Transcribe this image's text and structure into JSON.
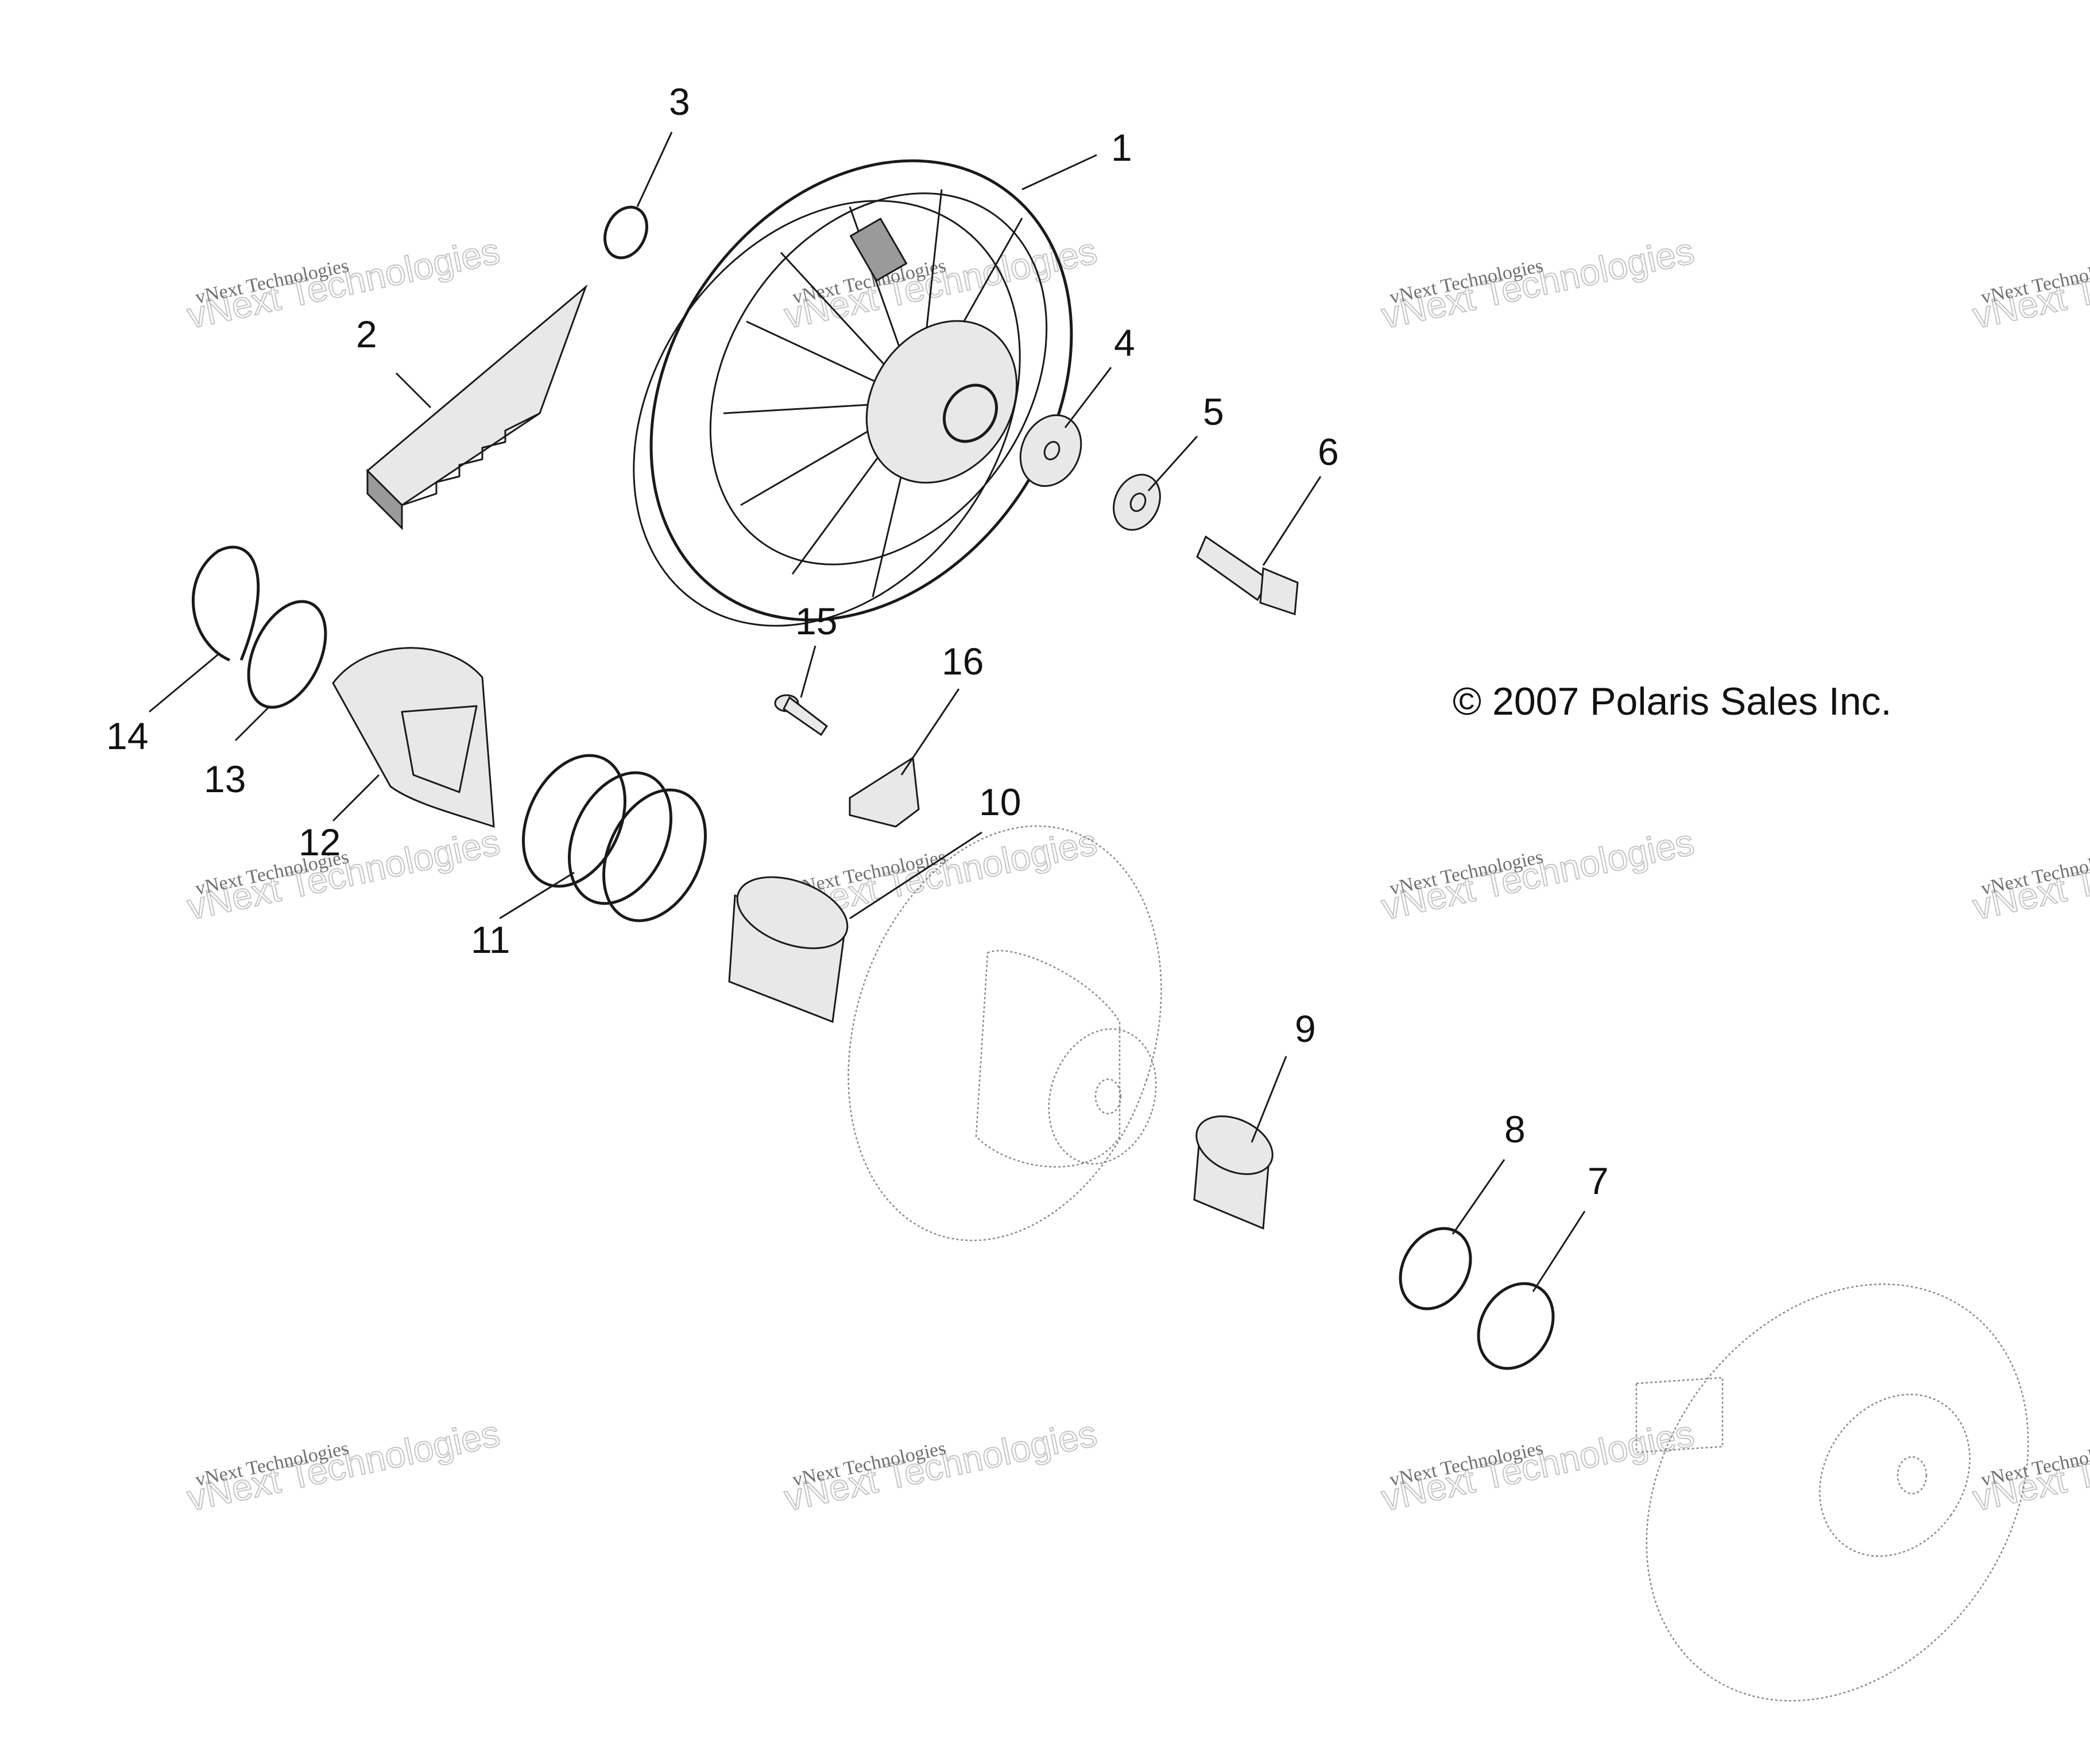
{
  "diagram": {
    "copyright": "© 2007 Polaris Sales Inc.",
    "watermark_line1": "vNext Technologies",
    "watermark_line2": "vNext Technologies",
    "callouts": [
      "1",
      "2",
      "3",
      "4",
      "5",
      "6",
      "7",
      "8",
      "9",
      "10",
      "11",
      "12",
      "13",
      "14",
      "15",
      "16"
    ]
  }
}
